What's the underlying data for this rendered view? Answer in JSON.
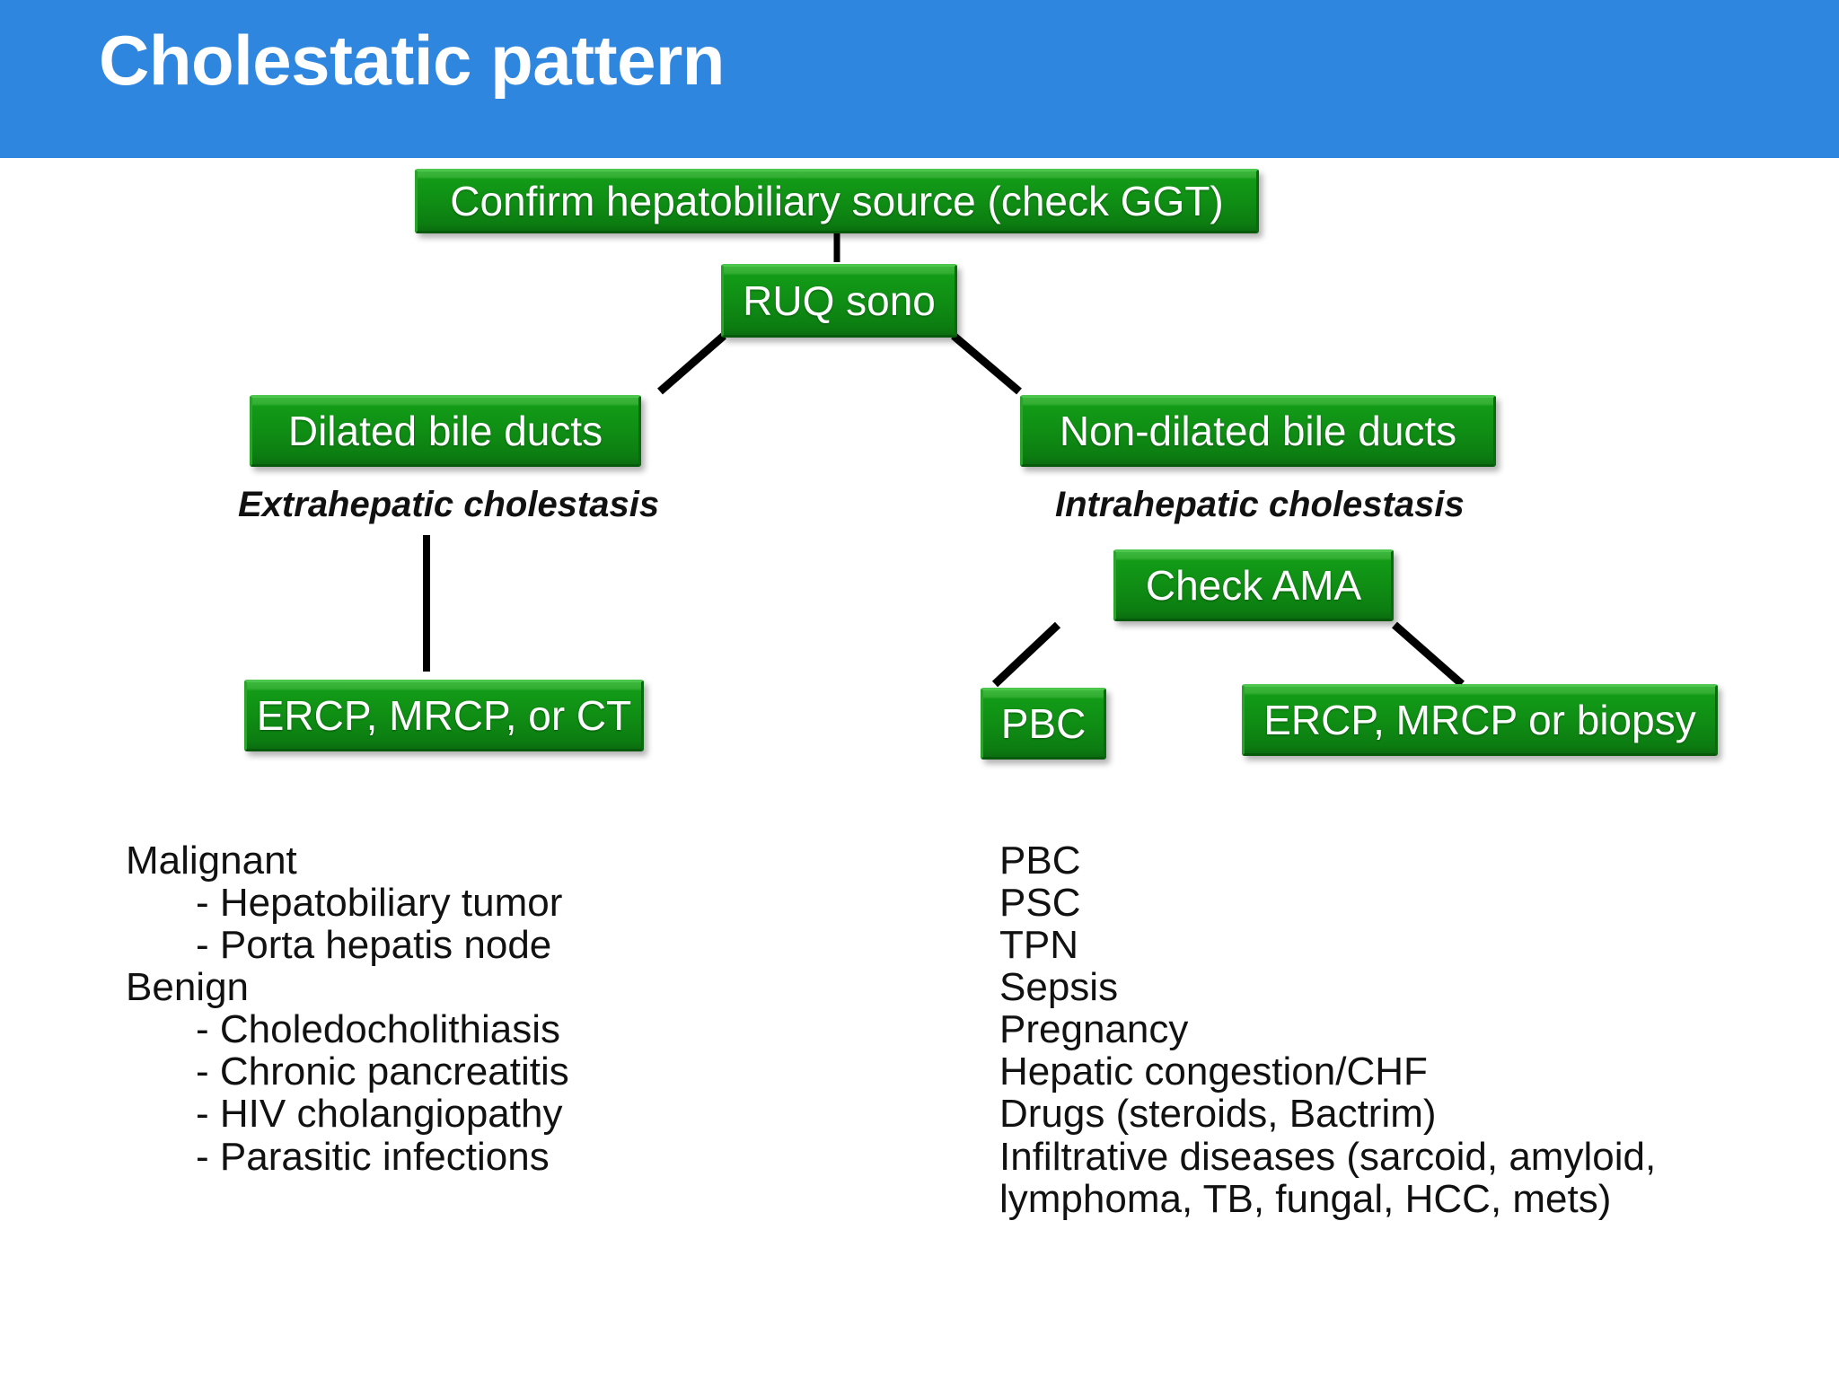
{
  "header": {
    "title": "Cholestatic pattern",
    "background_color": "#2e86de",
    "title_color": "#ffffff"
  },
  "theme": {
    "node_fill_top": "#3bb73b",
    "node_fill_bottom": "#0a6e0f",
    "node_text_color": "#ffffff",
    "connector_color": "#000000",
    "body_text_color": "#111111",
    "page_background": "#ffffff"
  },
  "flowchart": {
    "type": "decision-tree",
    "nodes": [
      {
        "id": "confirm",
        "label": "Confirm hepatobiliary source (check GGT)"
      },
      {
        "id": "ruq",
        "label": "RUQ sono"
      },
      {
        "id": "dilated",
        "label": "Dilated bile ducts"
      },
      {
        "id": "nondilated",
        "label": "Non-dilated bile ducts"
      },
      {
        "id": "ercp_ct",
        "label": "ERCP, MRCP, or CT"
      },
      {
        "id": "check_ama",
        "label": "Check AMA"
      },
      {
        "id": "pbc",
        "label": "PBC"
      },
      {
        "id": "ercp_biopsy",
        "label": "ERCP, MRCP or biopsy"
      }
    ],
    "captions": [
      {
        "id": "extrahepatic",
        "label": "Extrahepatic cholestasis"
      },
      {
        "id": "intrahepatic",
        "label": "Intrahepatic cholestasis"
      }
    ],
    "edges": [
      {
        "from": "confirm",
        "to": "ruq"
      },
      {
        "from": "ruq",
        "to": "dilated"
      },
      {
        "from": "ruq",
        "to": "nondilated"
      },
      {
        "from": "dilated",
        "to": "ercp_ct"
      },
      {
        "from": "check_ama",
        "to": "pbc"
      },
      {
        "from": "check_ama",
        "to": "ercp_biopsy"
      }
    ]
  },
  "differentials": {
    "extrahepatic": {
      "lines": [
        {
          "text": "Malignant",
          "indent": false
        },
        {
          "text": "- Hepatobiliary tumor",
          "indent": true
        },
        {
          "text": "- Porta hepatis node",
          "indent": true
        },
        {
          "text": "Benign",
          "indent": false
        },
        {
          "text": "- Choledocholithiasis",
          "indent": true
        },
        {
          "text": "- Chronic pancreatitis",
          "indent": true
        },
        {
          "text": "- HIV cholangiopathy",
          "indent": true
        },
        {
          "text": "- Parasitic infections",
          "indent": true
        }
      ]
    },
    "intrahepatic": {
      "lines": [
        {
          "text": "PBC",
          "indent": false
        },
        {
          "text": "PSC",
          "indent": false
        },
        {
          "text": "TPN",
          "indent": false
        },
        {
          "text": "Sepsis",
          "indent": false
        },
        {
          "text": "Pregnancy",
          "indent": false
        },
        {
          "text": "Hepatic congestion/CHF",
          "indent": false
        },
        {
          "text": "Drugs (steroids, Bactrim)",
          "indent": false
        },
        {
          "text": "Infiltrative diseases (sarcoid, amyloid,",
          "indent": false
        },
        {
          "text": "lymphoma, TB, fungal, HCC, mets)",
          "indent": false
        }
      ]
    }
  }
}
